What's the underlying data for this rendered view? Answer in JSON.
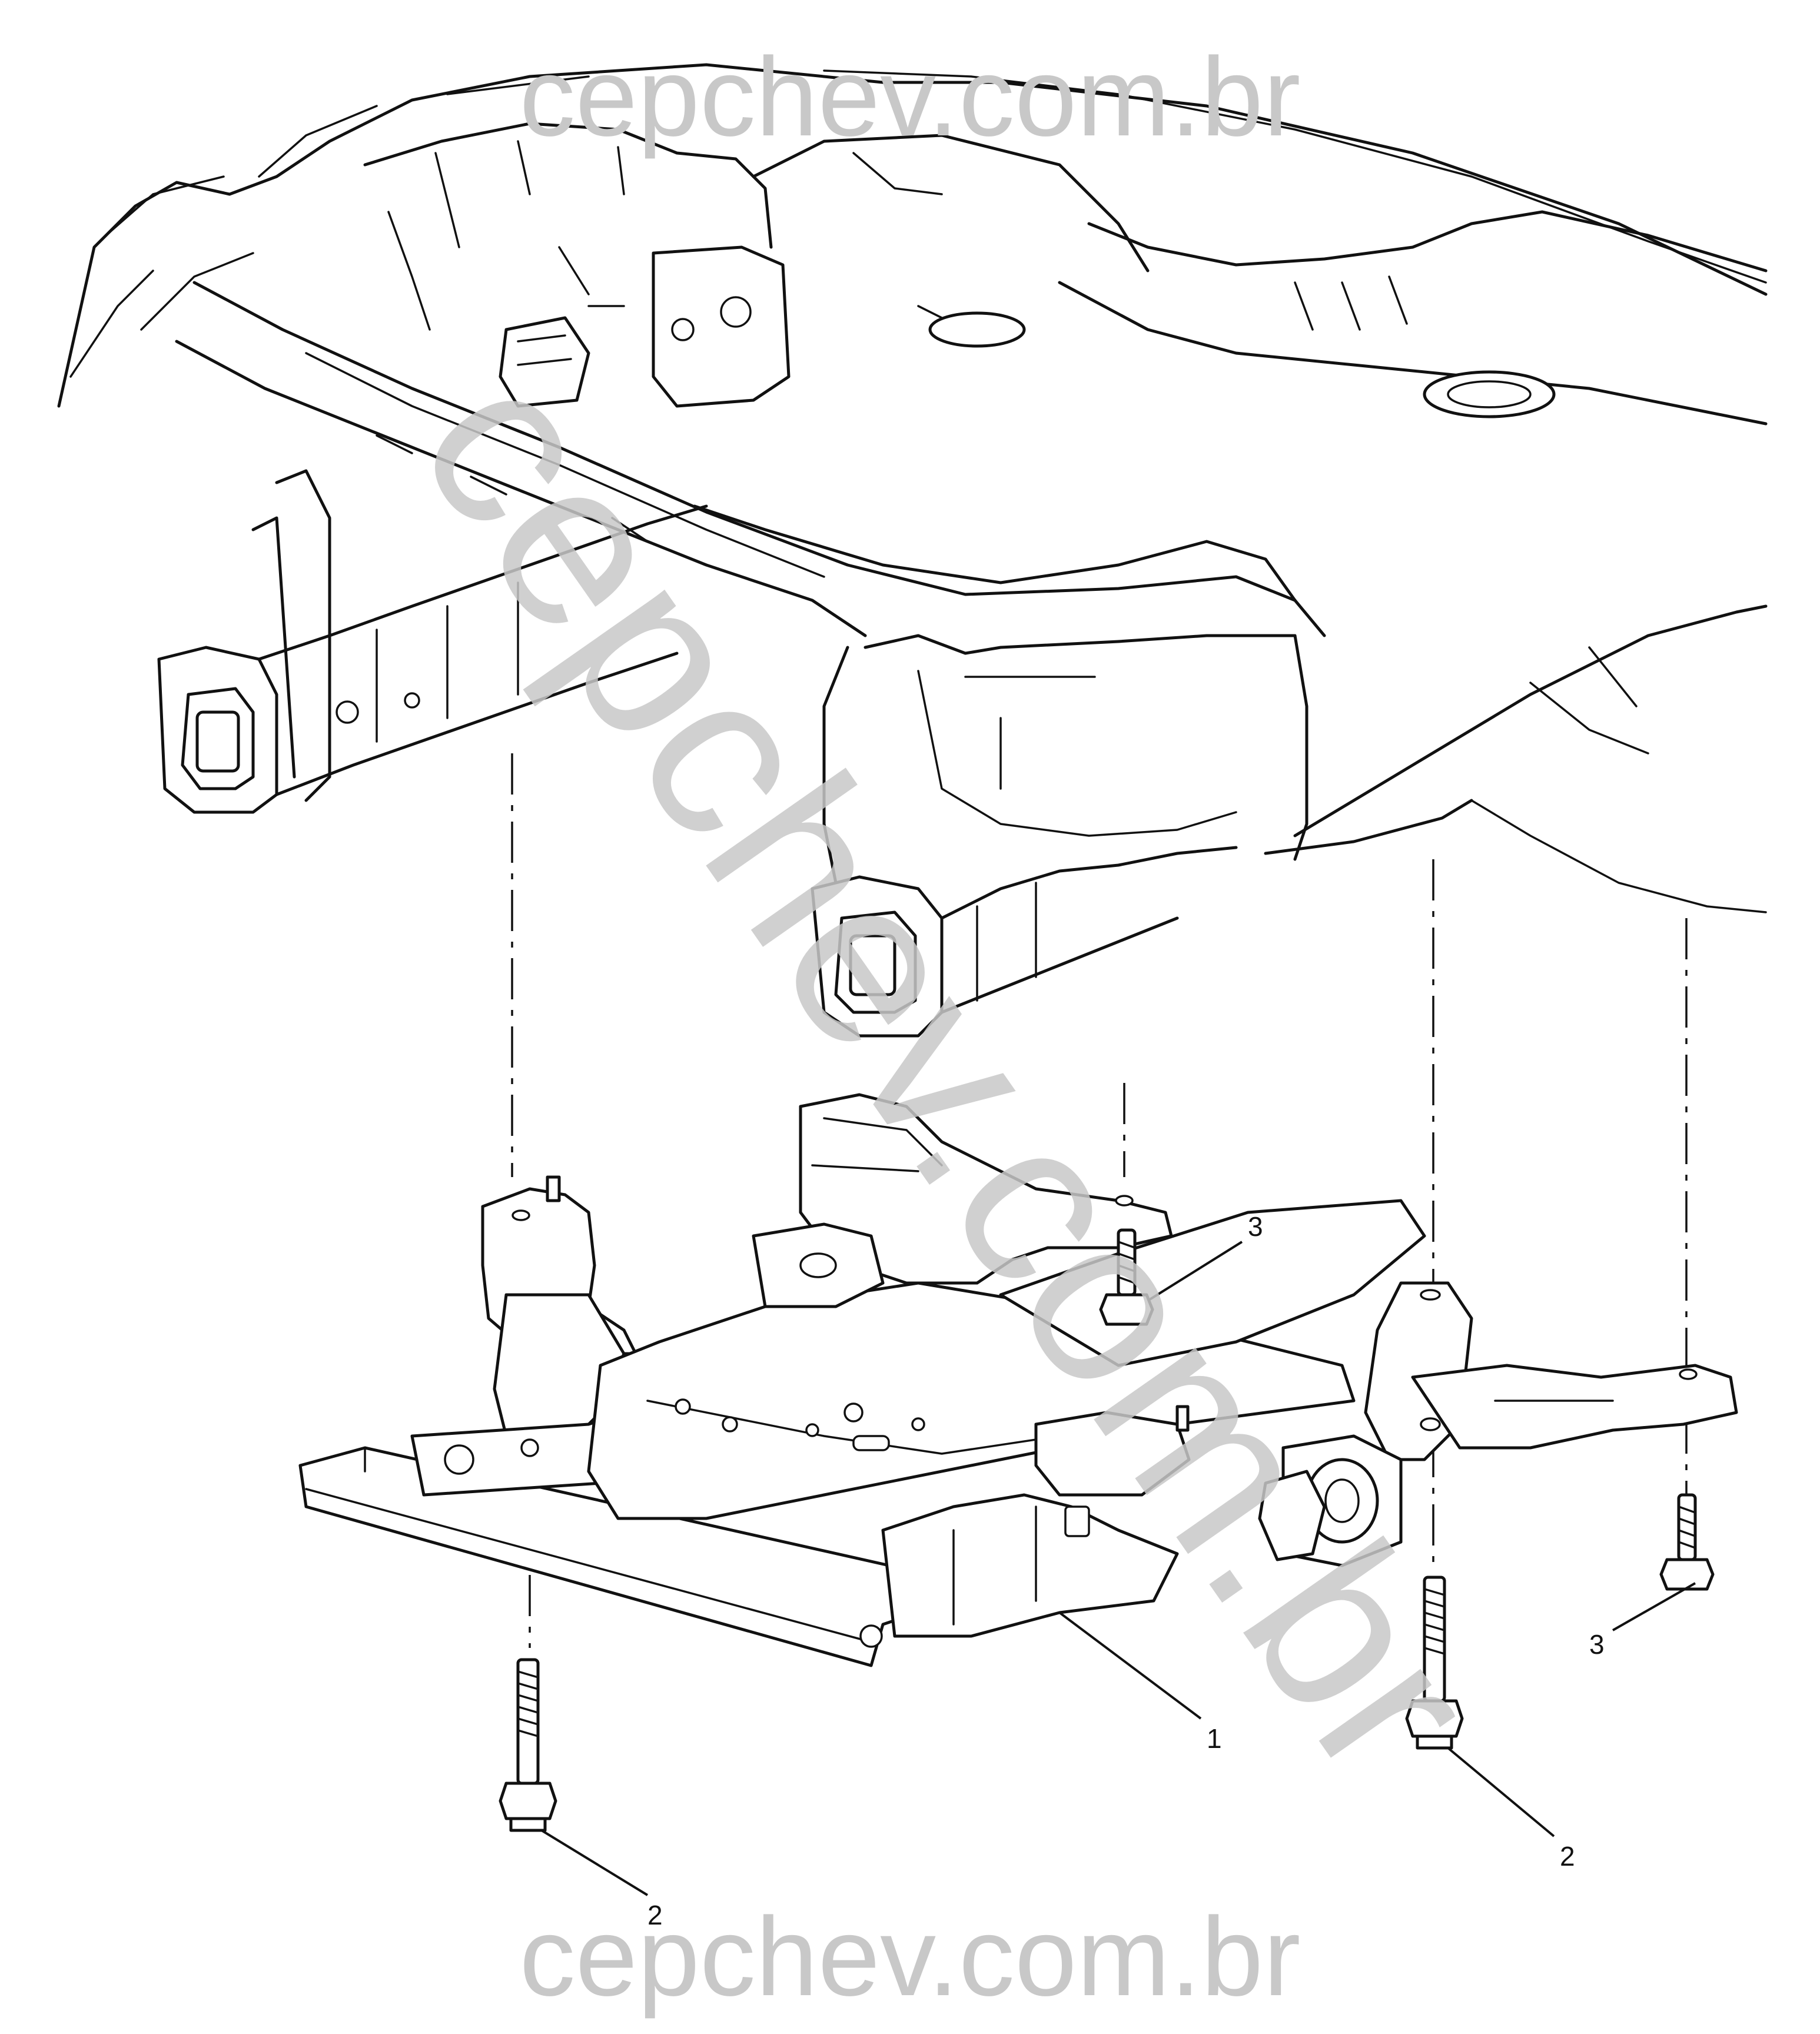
{
  "watermark": {
    "top_text": "cepchev.com.br",
    "bottom_text": "cepchev.com.br",
    "diagonal_text": "cepchev.com.br",
    "color": "#c8c8c8"
  },
  "callouts": [
    {
      "id": "frame",
      "label": "1"
    },
    {
      "id": "bolt-left-lower",
      "label": "2"
    },
    {
      "id": "bolt-right-lower",
      "label": "2"
    },
    {
      "id": "bolt-center-upper",
      "label": "3"
    },
    {
      "id": "bolt-right-outer",
      "label": "3"
    }
  ]
}
